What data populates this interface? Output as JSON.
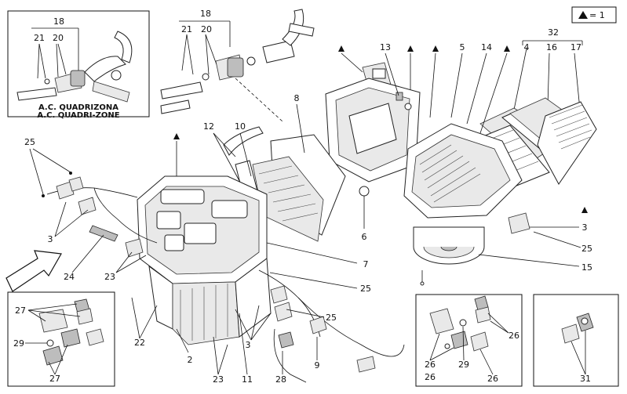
{
  "legend": {
    "text": "= 1"
  },
  "inset_title": {
    "line1": "A.C. QUADRIZONA",
    "line2": "A.C. QUADRI-ZONE"
  },
  "callouts": {
    "top_18": "18",
    "top_21": "21",
    "top_20": "20",
    "in_18": "18",
    "in_21": "21",
    "in_20": "20",
    "c32": "32",
    "c4": "4",
    "c16": "16",
    "c17": "17",
    "c13": "13",
    "c5": "5",
    "c14": "14",
    "c8": "8",
    "c12": "12",
    "c10": "10",
    "c25a": "25",
    "c3a": "3",
    "c24": "24",
    "c23a": "23",
    "c6": "6",
    "c7": "7",
    "c25b": "25",
    "c3b": "3",
    "c25c": "25",
    "c15": "15",
    "c27a": "27",
    "c29a": "29",
    "c27b": "27",
    "c22": "22",
    "c2": "2",
    "c23b": "23",
    "c11": "11",
    "c3c": "3",
    "c28": "28",
    "c9": "9",
    "c25d": "25",
    "c26a": "26",
    "c26b": "26",
    "c26c": "26",
    "c29b": "29",
    "c26d": "26",
    "c31": "31"
  }
}
